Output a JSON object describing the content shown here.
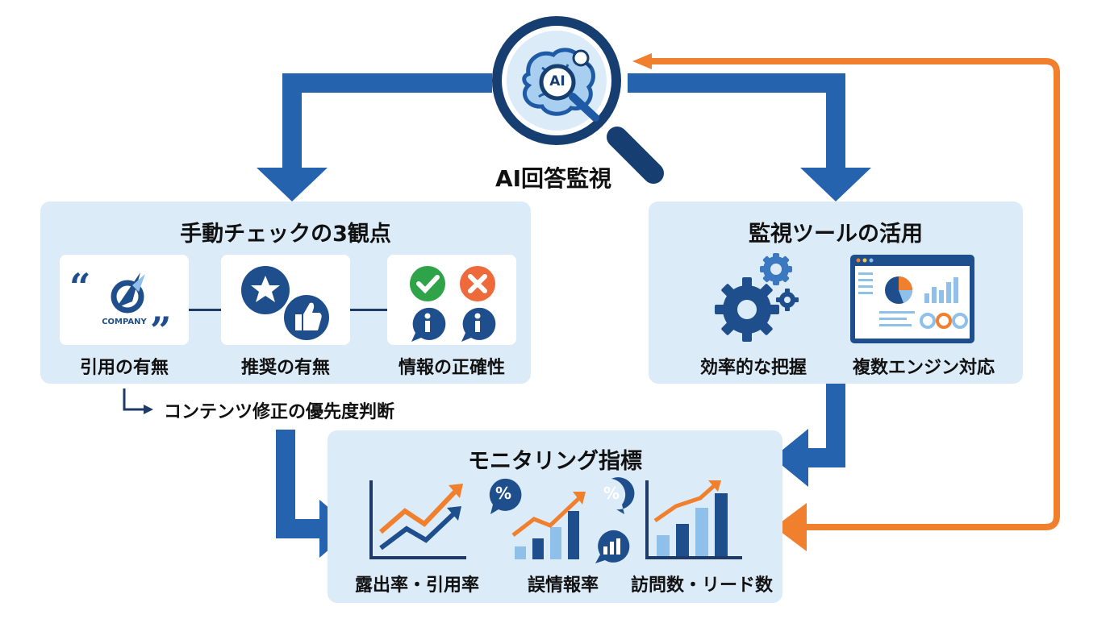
{
  "center": {
    "title": "AI回答監視",
    "icon_text": "AI"
  },
  "manual": {
    "title": "手動チェックの3観点",
    "items": [
      {
        "label": "引用の有無",
        "logo_text": "COMPANY"
      },
      {
        "label": "推奨の有無"
      },
      {
        "label": "情報の正確性"
      }
    ],
    "sub_note": "コンテンツ修正の優先度判断"
  },
  "tools": {
    "title": "監視ツールの活用",
    "items": [
      {
        "label": "効率的な把握"
      },
      {
        "label": "複数エンジン対応"
      }
    ]
  },
  "metrics": {
    "title": "モニタリング指標",
    "items": [
      {
        "label": "露出率・引用率"
      },
      {
        "label": "誤情報率",
        "badge": "%"
      },
      {
        "label": "訪問数・リード数"
      }
    ]
  },
  "colors": {
    "blue": "#2563ae",
    "orange": "#f07f2e",
    "panel": "#dcebf8"
  }
}
